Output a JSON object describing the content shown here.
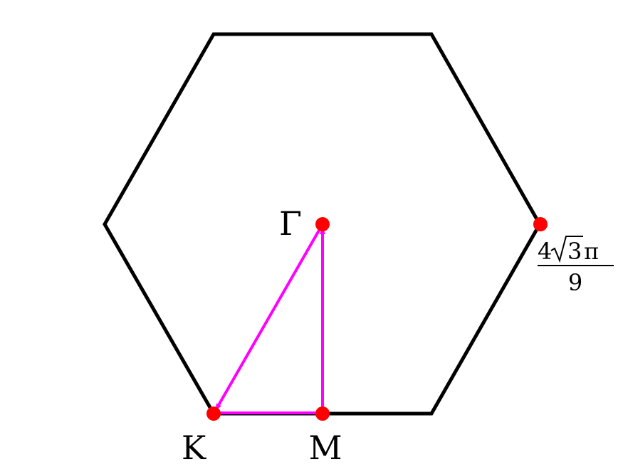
{
  "diagram": {
    "colors": {
      "hexagon": "#000000",
      "points": "#ff0000",
      "path": "#ff00ff",
      "text": "#000000"
    },
    "points": {
      "gamma": {
        "label": "Γ"
      },
      "k": {
        "label": "K"
      },
      "m": {
        "label": "M"
      }
    },
    "edge_point": {
      "numerator": {
        "coefficient": "4",
        "radicand": "3",
        "symbol": "π"
      },
      "denominator": "9"
    }
  }
}
